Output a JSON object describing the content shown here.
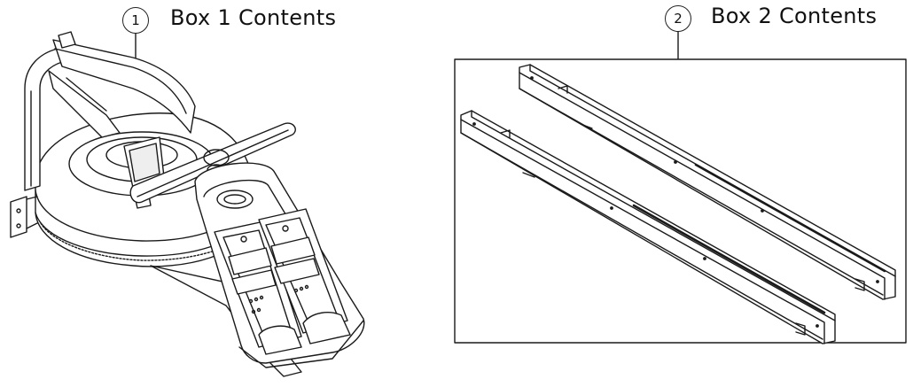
{
  "box1": {
    "number": "1",
    "title": "Box 1 Contents"
  },
  "box2": {
    "number": "2",
    "title": "Box 2 Contents"
  },
  "colors": {
    "line": "#1a1a1a",
    "fill": "#ffffff",
    "shade": "#e8e8e8"
  },
  "icons": [
    "rowing-machine-drawing",
    "rail-drawing"
  ]
}
